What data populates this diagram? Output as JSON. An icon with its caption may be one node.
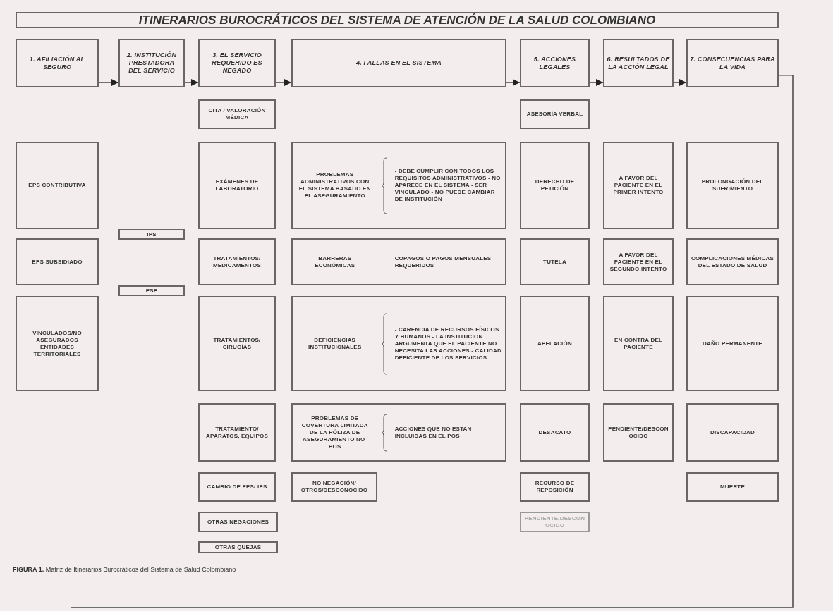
{
  "diagram": {
    "title": "ITINERARIOS BUROCRÁTICOS DEL SISTEMA DE ATENCIÓN DE LA SALUD COLOMBIANO",
    "caption": "**FIGURA 1.** Matriz de Itinerarios Burocráticos del Sistema de Salud Colombiano",
    "nodes": [
      {
        "text": [
          "1. AFILIACIÓN AL SEGURO"
        ]
      },
      {
        "text": [
          "2. INSTITUCIÓN PRESTADORA DEL SERVICIO"
        ]
      },
      {
        "text": [
          "3. EL SERVICIO REQUERIDO ES NEGADO"
        ]
      },
      {
        "text": [
          "4. FALLAS EN EL SISTEMA"
        ]
      },
      {
        "text": [
          "5. ACCIONES LEGALES"
        ]
      },
      {
        "text": [
          "6. RESULTADOS DE LA ACCIÓN LEGAL"
        ]
      },
      {
        "text": [
          "7. CONSECUENCIAS PARA LA VIDA"
        ]
      },
      {
        "text": [
          "EPS CONTRIBUTIVA"
        ]
      },
      {
        "text": [
          "EPS SUBSIDIADO"
        ]
      },
      {
        "text": [
          "VINCULADOS/NO ASEGURADOS ENTIDADES TERRITORIALES"
        ]
      },
      {
        "text": [
          "IPS"
        ]
      },
      {
        "text": [
          "ESE"
        ]
      },
      {
        "text": [
          "CITA / VALORACIÓN MÉDICA"
        ]
      },
      {
        "text": [
          "EXÁMENES DE LABORATORIO"
        ]
      },
      {
        "text": [
          "TRATAMIENTOS/ MEDICAMENTOS"
        ]
      },
      {
        "text": [
          "TRATAMIENTOS/ CIRUGÍAS"
        ]
      },
      {
        "text": [
          "TRATAMIENTO/ APARATOS, EQUIPOS"
        ]
      },
      {
        "text": [
          "CAMBIO DE EPS/ IPS"
        ]
      },
      {
        "text": [
          "OTRAS NEGACIONES"
        ]
      },
      {
        "text": [
          "OTRAS QUEJAS"
        ]
      },
      {
        "text": [
          "PROBLEMAS ADMINISTRATIVOS CON EL SISTEMA BASADO EN EL ASEGURAMIENTO",
          "- DEBE CUMPLIR CON TODOS LOS REQUISITOS ADMINISTRATIVOS - NO APARECE EN EL SISTEMA - SER VINCULADO - NO PUEDE CAMBIAR DE INSTITUCIÓN"
        ]
      },
      {
        "text": [
          "BARRERAS ECONÓMICAS",
          "COPAGOS O PAGOS MENSUALES REQUERIDOS"
        ]
      },
      {
        "text": [
          "DEFICIENCIAS INSTITUCIONALES",
          "- CARENCIA DE RECURSOS FÍSICOS Y HUMANOS - LA INSTITUCION ARGUMENTA QUE EL PACIENTE NO NECESITA LAS ACCIONES - CALIDAD DEFICIENTE DE LOS SERVICIOS"
        ]
      },
      {
        "text": [
          "PROBLEMAS DE COVERTURA LIMITADA DE LA PÓLIZA DE ASEGURAMIENTO NO-POS",
          "ACCIONES QUE NO ESTAN INCLUIDAS EN EL POS"
        ]
      },
      {
        "text": [
          "NO NEGACIÓN/ OTROS/DESCONOCIDO"
        ]
      },
      {
        "text": [
          "ASESORÍA VERBAL"
        ]
      },
      {
        "text": [
          "DERECHO DE PETICIÓN"
        ]
      },
      {
        "text": [
          "TUTELA"
        ]
      },
      {
        "text": [
          "APELACIÓN"
        ]
      },
      {
        "text": [
          "DESACATO"
        ]
      },
      {
        "text": [
          "RECURSO DE REPOSICIÓN"
        ]
      },
      {
        "text": [
          "PENDIENTE/DESCONOCIDO"
        ]
      },
      {
        "text": [
          "A FAVOR DEL PACIENTE EN EL PRIMER INTENTO"
        ]
      },
      {
        "text": [
          "A FAVOR DEL PACIENTE EN EL SEGUNDO INTENTO"
        ]
      },
      {
        "text": [
          "EN CONTRA DEL PACIENTE"
        ]
      },
      {
        "text": [
          "PENDIENTE/DESCONOCIDO"
        ]
      },
      {
        "text": [
          "PROLONGACIÓN DEL SUFRIMIENTO"
        ]
      },
      {
        "text": [
          "COMPLICACIONES MÉDICAS DEL ESTADO DE SALUD"
        ]
      },
      {
        "text": [
          "DAÑO PERMANENTE"
        ]
      },
      {
        "text": [
          "DISCAPACIDAD"
        ]
      },
      {
        "text": [
          "MUERTE"
        ]
      }
    ],
    "edges": [
      {
        "from": 0,
        "to": 1,
        "arrow": "to"
      },
      {
        "from": 1,
        "to": 2,
        "arrow": "to"
      },
      {
        "from": 2,
        "to": 3,
        "arrow": "to"
      },
      {
        "from": 3,
        "to": 4,
        "arrow": "to"
      },
      {
        "from": 4,
        "to": 5,
        "arrow": "to"
      },
      {
        "from": 5,
        "to": 6,
        "arrow": "to"
      },
      {
        "from": 6,
        "to": null,
        "arrow": "none"
      }
    ]
  }
}
